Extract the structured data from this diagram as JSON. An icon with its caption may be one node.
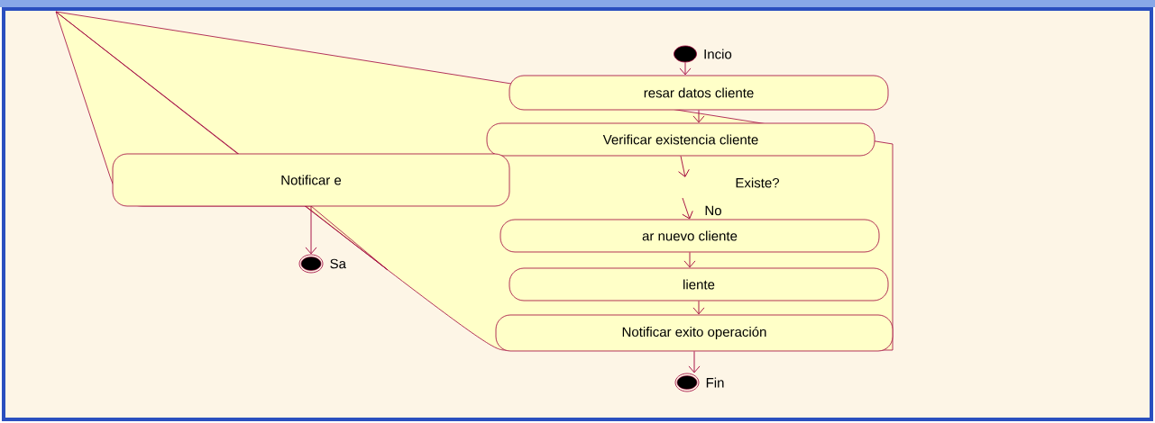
{
  "diagram": {
    "nodes": [
      {
        "text": [],
        "shape": "circle",
        "beside": [
          "Incio"
        ]
      },
      {
        "text": [
          "resar datos cliente"
        ]
      },
      {
        "text": [
          "Verificar existencia cliente"
        ]
      },
      {
        "text": [
          "ar nuevo cliente"
        ]
      },
      {
        "text": [
          "liente"
        ]
      },
      {
        "text": [
          "Notificar exito operación"
        ]
      },
      {
        "text": [],
        "shape": "circle",
        "beside": [
          "Fin"
        ]
      },
      {
        "text": [
          "Notificar e"
        ]
      },
      {
        "text": [],
        "shape": "circle",
        "beside": [
          "Sa"
        ]
      }
    ],
    "edges": [
      {
        "from": 0,
        "to": 1,
        "arrow": "to"
      },
      {
        "from": 1,
        "to": 2,
        "arrow": "to"
      },
      {
        "from": 2,
        "to": null,
        "arrow": "to",
        "label": "Existe?"
      },
      {
        "from": null,
        "to": 3,
        "arrow": "to",
        "label": "No"
      },
      {
        "from": 3,
        "to": 4,
        "arrow": "to"
      },
      {
        "from": 4,
        "to": 5,
        "arrow": "to"
      },
      {
        "from": 5,
        "to": 6,
        "arrow": "to"
      },
      {
        "from": 7,
        "to": 8,
        "arrow": "to"
      }
    ]
  }
}
